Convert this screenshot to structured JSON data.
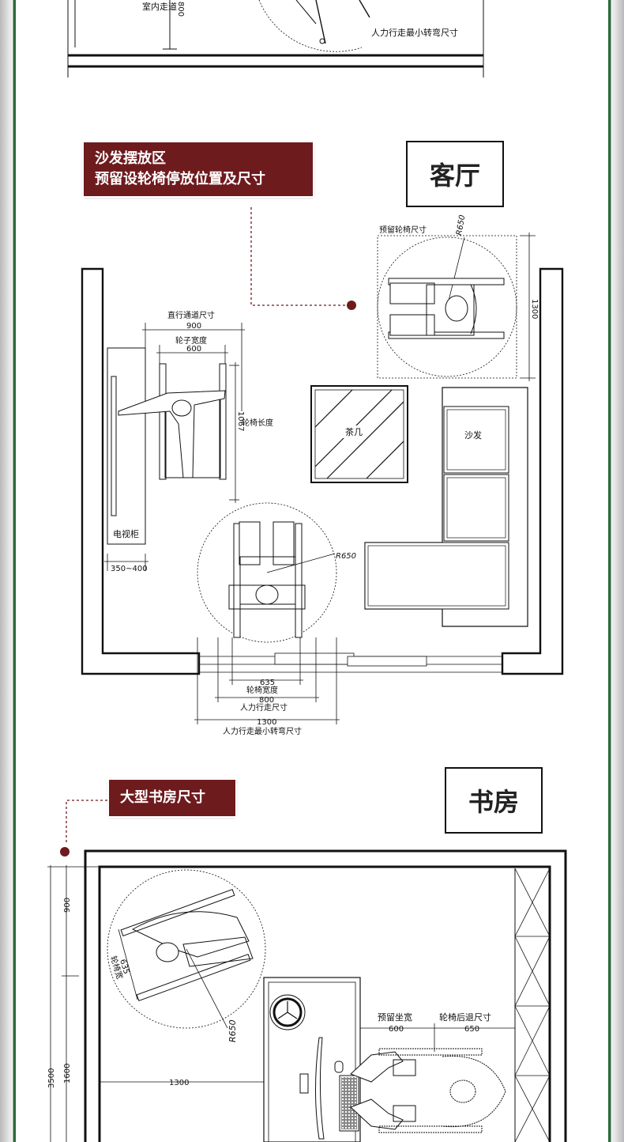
{
  "top_section": {
    "label_corridor": "室内走道",
    "label_turn": "人力行走最小转弯尺寸",
    "partial_dim": "800"
  },
  "living_room": {
    "title": "客厅",
    "callout_line1": "沙发摆放区",
    "callout_line2": "预留设轮椅停放位置及尺寸",
    "reserve_label": "预留轮椅尺寸",
    "reserve_radius": "R650",
    "reserve_dim": "1300",
    "straight_passage_label": "直行通道尺寸",
    "straight_passage_dim": "900",
    "wheel_width_label": "轮子宽度",
    "wheel_width_dim": "600",
    "wheelchair_length_label": "轮椅长度",
    "wheelchair_length_dim": "1067",
    "coffee_table_label": "茶几",
    "sofa_label": "沙发",
    "tv_cabinet_label": "电视柜",
    "tv_cabinet_dim": "350~400",
    "turn_radius": "R650",
    "dim_635": "635",
    "dim_635_label": "轮椅宽度",
    "dim_800": "800",
    "dim_800_label": "人力行走尺寸",
    "dim_1300": "1300",
    "dim_1300_label": "人力行走最小转弯尺寸"
  },
  "study": {
    "title": "书房",
    "callout": "大型书房尺寸",
    "dim_900": "900",
    "dim_1600": "1600",
    "dim_3500": "3500",
    "dim_1300": "1300",
    "dim_635": "635",
    "dim_635_label": "轮椅宽",
    "turn_radius": "R650",
    "seat_label": "预留坐宽",
    "seat_dim": "600",
    "retreat_label": "轮椅后退尺寸",
    "retreat_dim": "650"
  },
  "colors": {
    "callout_bg": "#6e1b1e",
    "frame_green": "#2e6a3e",
    "line": "#111111"
  }
}
